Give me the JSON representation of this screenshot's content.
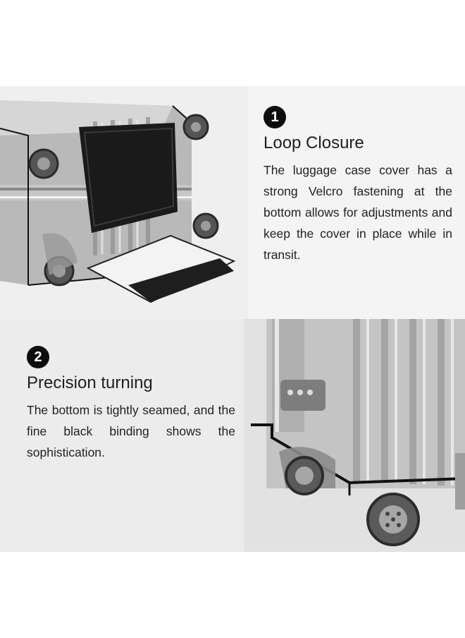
{
  "features": [
    {
      "number": "1",
      "title": "Loop Closure",
      "description": "The luggage case cover has a strong Velcro fastening at the bottom allows for adjustments and keep the cover in place while in transit."
    },
    {
      "number": "2",
      "title": "Precision turning",
      "description": "The bottom is tightly seamed, and the fine black binding shows the sophistication."
    }
  ],
  "colors": {
    "badge": "#0d0d0d",
    "text": "#1a1a1a",
    "panel_top": "#f4f4f4",
    "panel_bottom": "#ececec"
  }
}
